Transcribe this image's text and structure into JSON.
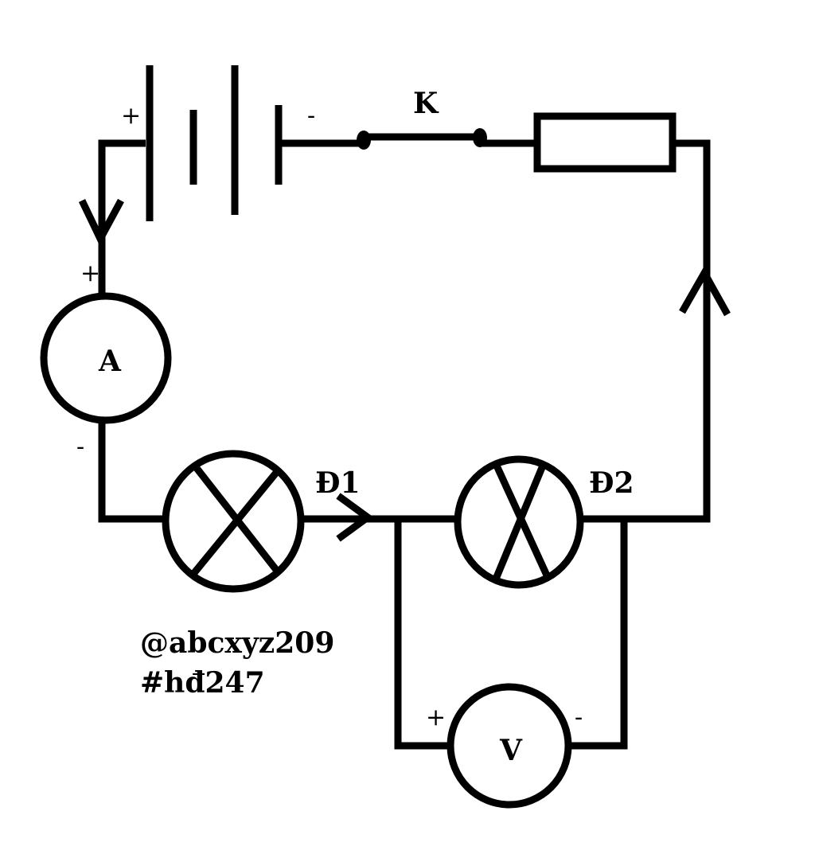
{
  "circuit": {
    "battery": {
      "plus": "+",
      "minus": "-"
    },
    "switch": {
      "label": "K"
    },
    "ammeter": {
      "label": "A",
      "plus": "+",
      "minus": "-"
    },
    "lamp1": {
      "label": "Đ1"
    },
    "lamp2": {
      "label": "Đ2"
    },
    "voltmeter": {
      "label": "V",
      "plus": "+",
      "minus": "-"
    }
  },
  "watermark": {
    "line1": "@abcxyz209",
    "line2": "#hđ247"
  },
  "colors": {
    "ink": "#000000",
    "background": "#ffffff"
  }
}
